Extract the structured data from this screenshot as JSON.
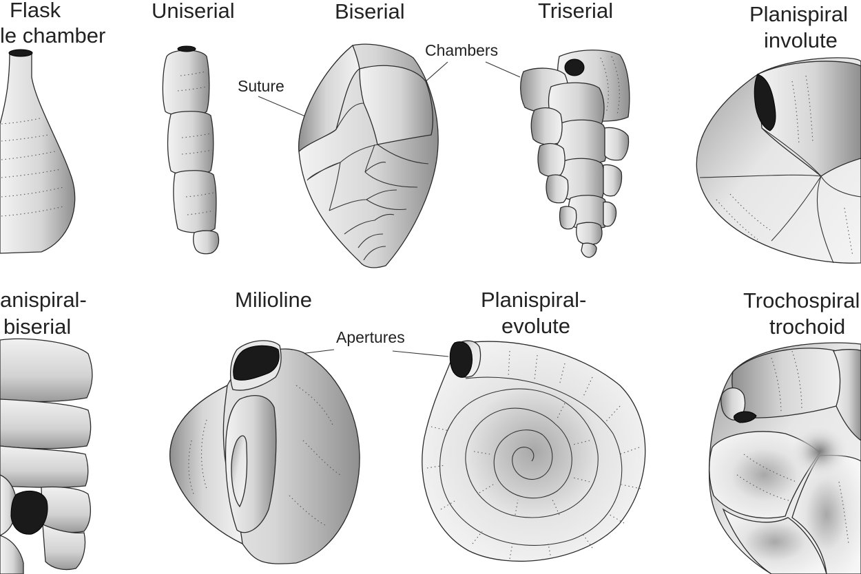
{
  "diagram": {
    "titles": {
      "flask": [
        "Flask",
        "le chamber"
      ],
      "uniserial": "Uniserial",
      "biserial": "Biserial",
      "triserial": "Triserial",
      "planispiral_involute": [
        "Planispiral",
        "involute"
      ],
      "planispiral_biserial": [
        "anispiral-",
        "biserial"
      ],
      "milioline": "Milioline",
      "planispiral_evolute": [
        "Planispiral-",
        "evolute"
      ],
      "trochospiral": [
        "Trochospiral",
        "trochoid"
      ]
    },
    "annotations": {
      "suture": "Suture",
      "chambers": "Chambers",
      "apertures": "Apertures"
    },
    "colors": {
      "shell_light": "#f2f2f2",
      "shell_mid": "#cfcfcf",
      "shell_dark": "#8e8e8e",
      "aperture": "#1a1a1a",
      "outline": "#2a2a2a"
    }
  }
}
